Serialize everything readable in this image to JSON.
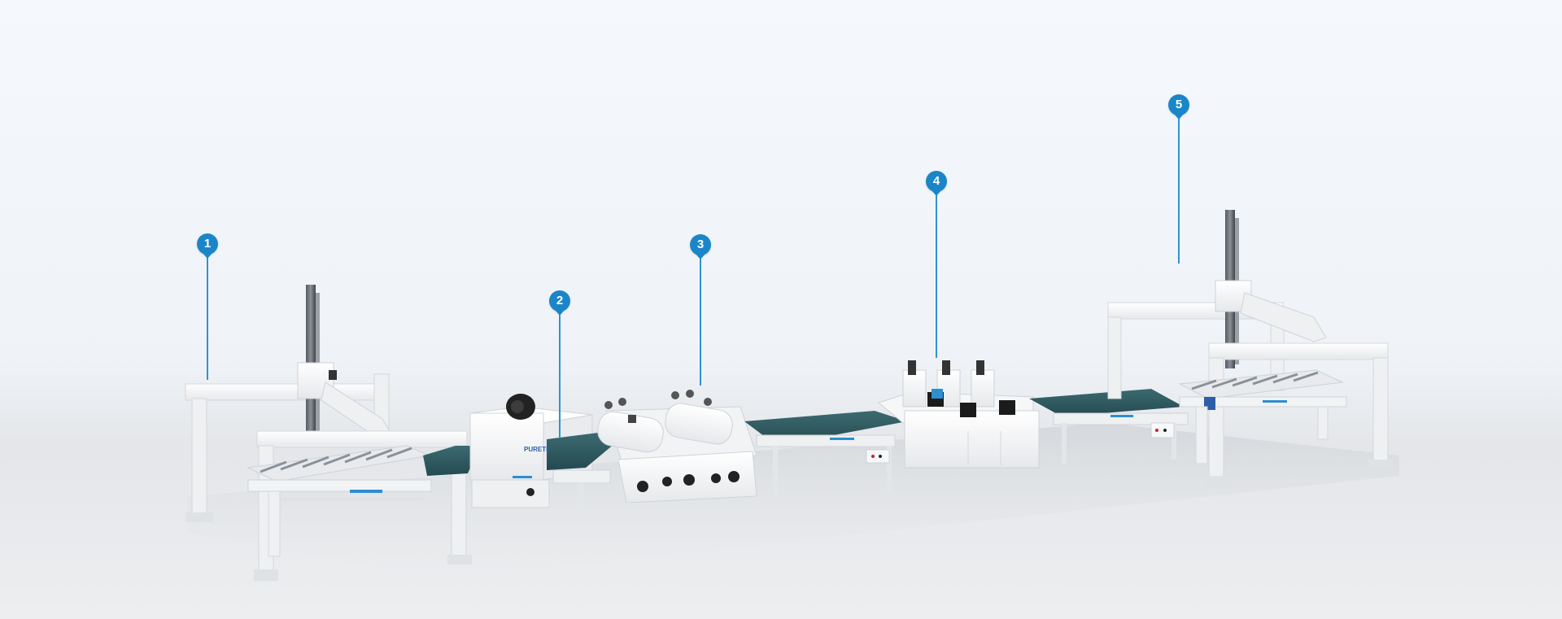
{
  "brand": {
    "logo_text": "PURETE",
    "accent_color": "#1a86c9"
  },
  "colors": {
    "machine_body": "#f3f4f6",
    "machine_shadow": "#cfd3d8",
    "belt": "#2e5a60",
    "label_strip": "#2d8ed0"
  },
  "hotspots": [
    {
      "id": "1",
      "label": "1"
    },
    {
      "id": "2",
      "label": "2"
    },
    {
      "id": "3",
      "label": "3"
    },
    {
      "id": "4",
      "label": "4"
    },
    {
      "id": "5",
      "label": "5"
    }
  ]
}
